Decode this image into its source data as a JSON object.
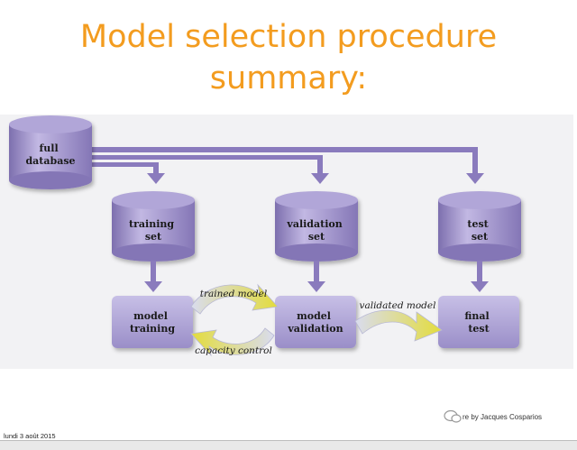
{
  "slide": {
    "title_line1": "Model selection procedure",
    "title_line2": "summary:",
    "date": "lundi 3 août 2015",
    "credit": "re by Jacques Cosparios"
  },
  "diagram": {
    "nodes": {
      "full_database": [
        "full",
        "database"
      ],
      "training_set": [
        "training",
        "set"
      ],
      "validation_set": [
        "validation",
        "set"
      ],
      "test_set": [
        "test",
        "set"
      ],
      "model_training": [
        "model",
        "training"
      ],
      "model_validation": [
        "model",
        "validation"
      ],
      "final_test": [
        "final",
        "test"
      ]
    },
    "edges": {
      "trained_model": "trained model",
      "capacity_control": "capacity control",
      "validated_model": "validated model"
    }
  },
  "colors": {
    "title": "#f39c1f",
    "cylinder": "#9d8fc6",
    "box": "#a89ed0",
    "pipe": "#8a7bbd",
    "arrow": "#d8d84a"
  }
}
